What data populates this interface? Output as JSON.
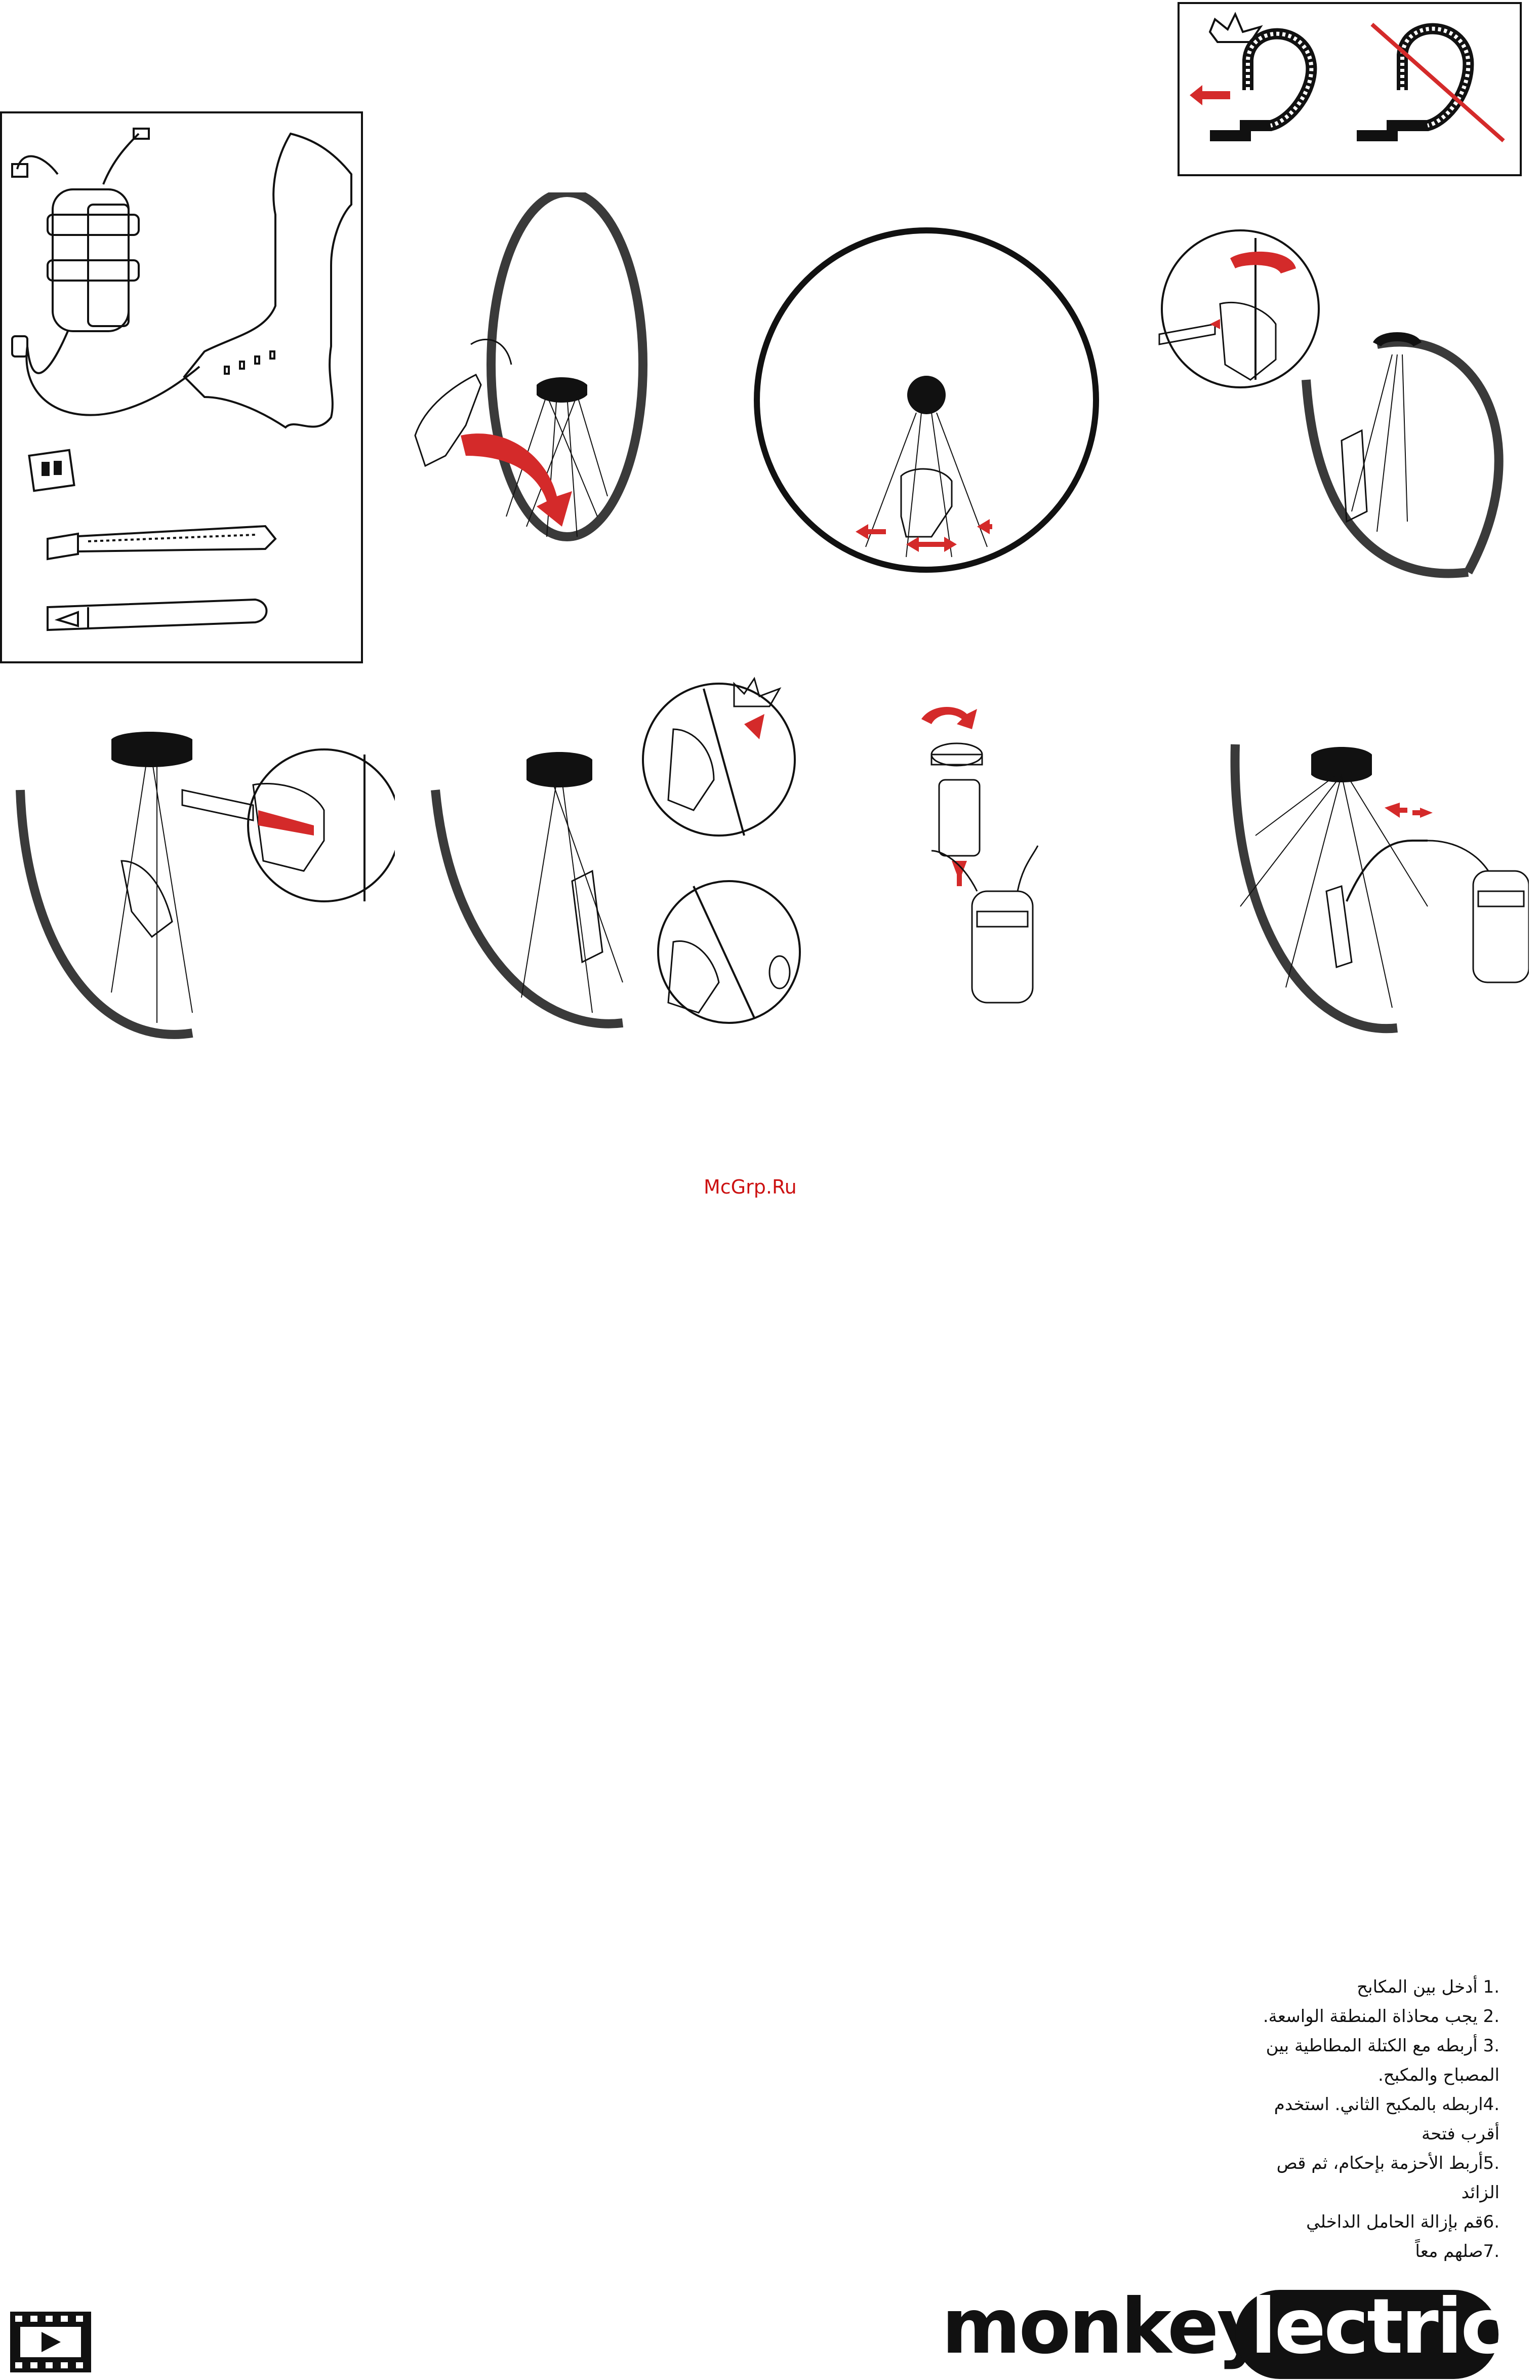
{
  "watermark": "McGrp.Ru",
  "steps": [
    ".1 أدخل بين المكابح",
    ".2 يجب محاذاة المنطقة الواسعة.",
    ".3 أربطه مع الكتلة المطاطية بين",
    "المصباح والمكبح.",
    ".4اربطه بالمكبح الثاني. استخدم",
    "أقرب فتحة",
    ".5أربط الأحزمة بإحكام، ثم قص",
    "الزائد",
    ".6قم بإزالة الحامل الداخلي",
    ".7صلهم معاً"
  ],
  "brand": {
    "part1": "monkey",
    "part2": "lectric"
  },
  "colors": {
    "accent": "#d42a2a",
    "ink": "#111111",
    "rim": "#3a3a3a"
  },
  "icons": [
    "play-video-icon",
    "no-kink-icon",
    "cable-tie-icon"
  ]
}
